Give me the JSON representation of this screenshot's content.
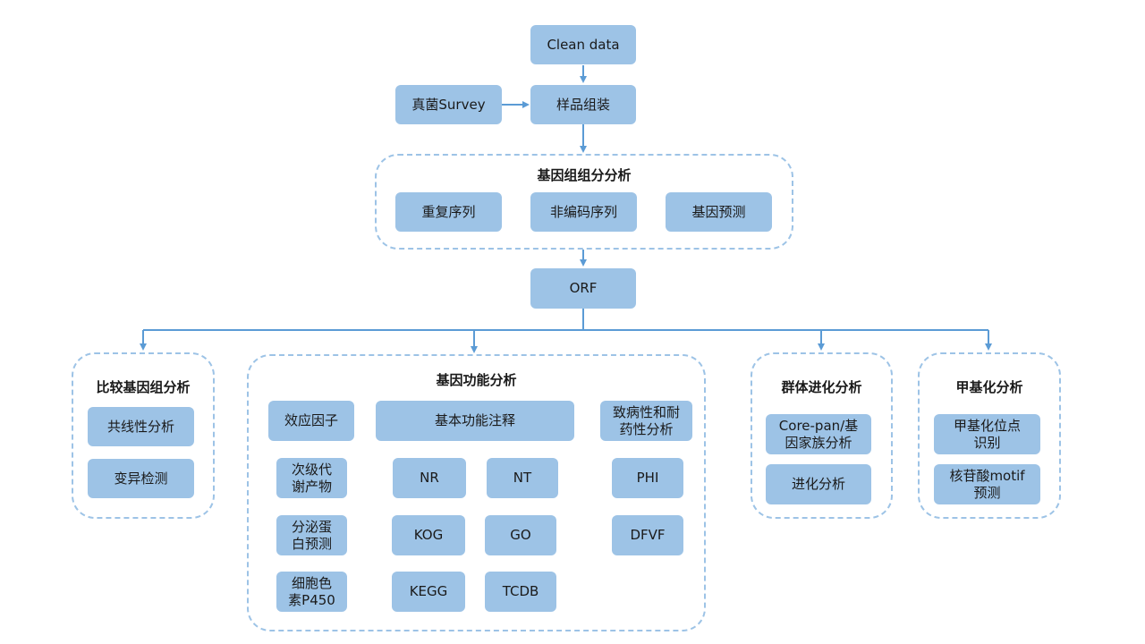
{
  "nodes": {
    "clean_data": "Clean data",
    "survey": "真菌Survey",
    "assembly": "样品组装",
    "repeat_seq": "重复序列",
    "noncoding_seq": "非编码序列",
    "gene_prediction": "基因预测",
    "orf": "ORF",
    "collinearity": "共线性分析",
    "variation": "变异检测",
    "effector": "效应因子",
    "basic_annotation": "基本功能注释",
    "pathogenicity": "致病性和耐\n药性分析",
    "secondary_metabolite": "次级代\n谢产物",
    "nr": "NR",
    "nt": "NT",
    "phi": "PHI",
    "secreted_protein": "分泌蛋\n白预测",
    "kog": "KOG",
    "go": "GO",
    "dfvf": "DFVF",
    "p450": "细胞色\n素P450",
    "kegg": "KEGG",
    "tcdb": "TCDB",
    "core_pan": "Core-pan/基\n因家族分析",
    "evolution": "进化分析",
    "methylation_site": "甲基化位点\n识别",
    "motif": "核苷酸motif\n预测"
  },
  "groups": {
    "genome_component": "基因组组分分析",
    "comparative": "比较基因组分析",
    "functional": "基因功能分析",
    "population": "群体进化分析",
    "methylation": "甲基化分析"
  },
  "colors": {
    "node_fill": "#9dc3e6",
    "group_border": "#9dc3e6",
    "connector": "#5b9bd5"
  }
}
